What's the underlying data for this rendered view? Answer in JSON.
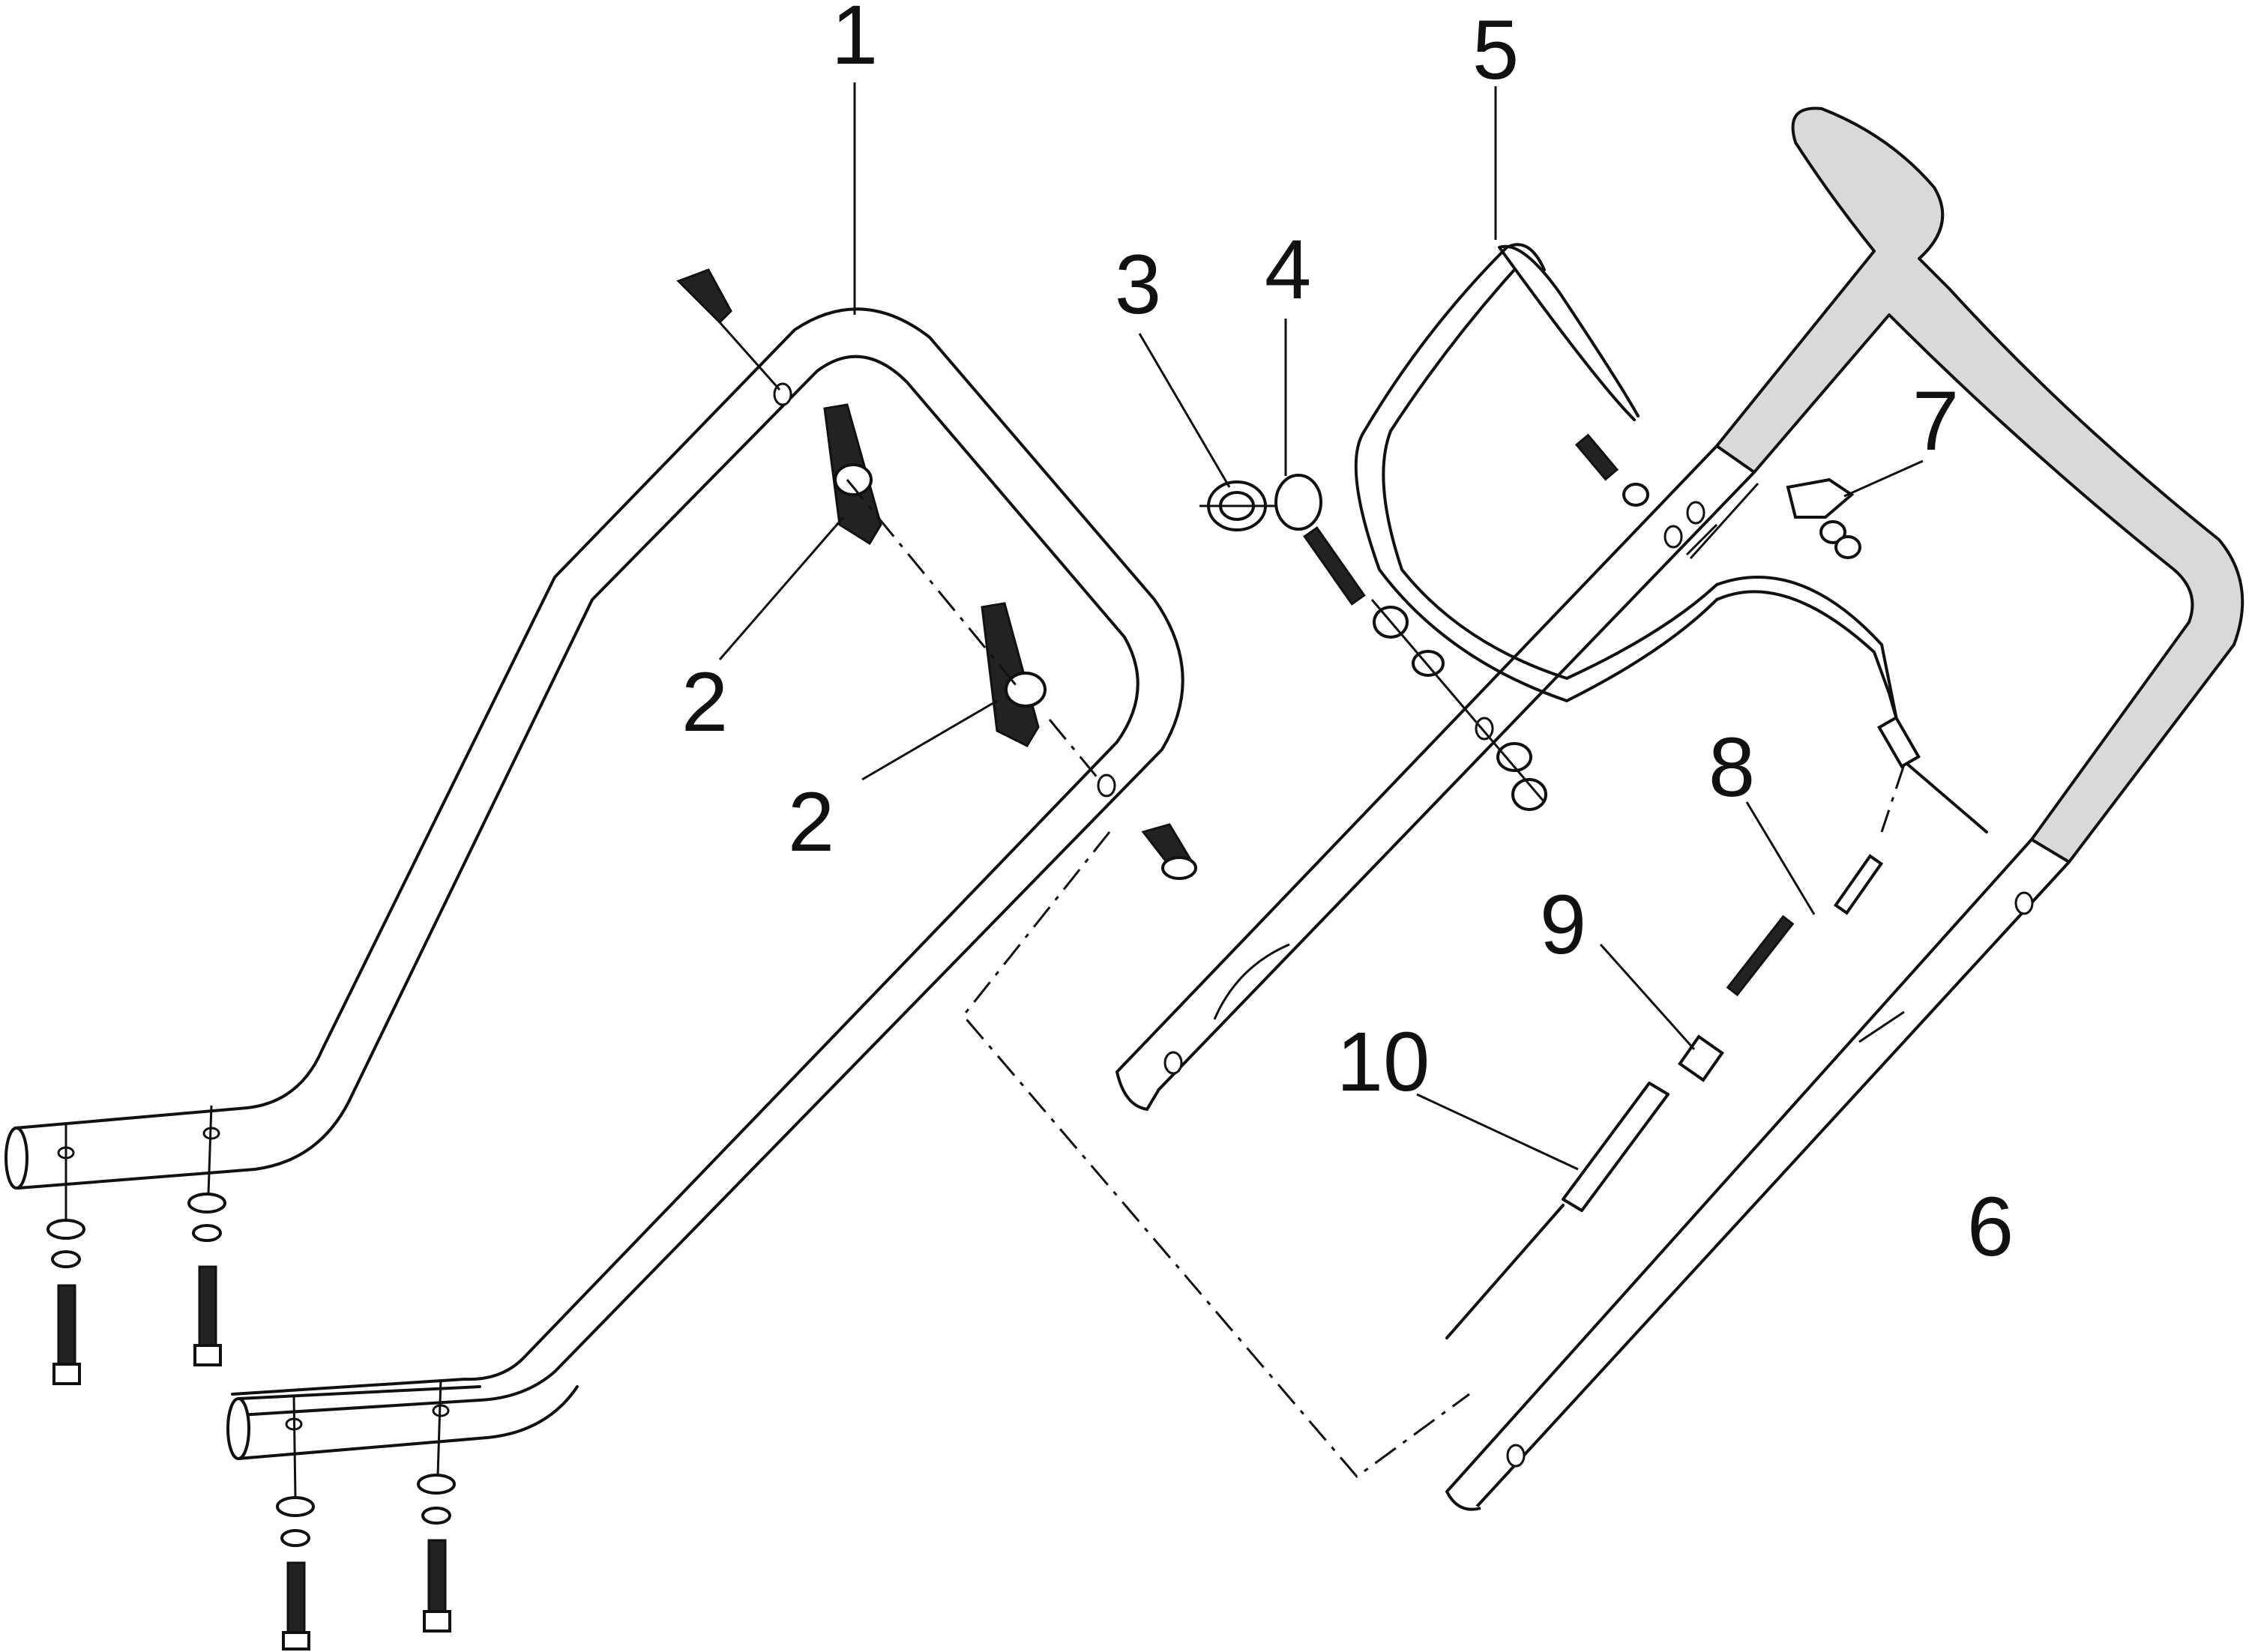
{
  "diagram": {
    "callouts": [
      {
        "id": "1",
        "label": "1"
      },
      {
        "id": "2a",
        "label": "2"
      },
      {
        "id": "2b",
        "label": "2"
      },
      {
        "id": "3",
        "label": "3"
      },
      {
        "id": "4",
        "label": "4"
      },
      {
        "id": "5",
        "label": "5"
      },
      {
        "id": "6",
        "label": "6"
      },
      {
        "id": "7",
        "label": "7"
      },
      {
        "id": "8",
        "label": "8"
      },
      {
        "id": "9",
        "label": "9"
      },
      {
        "id": "10",
        "label": "10"
      }
    ]
  }
}
